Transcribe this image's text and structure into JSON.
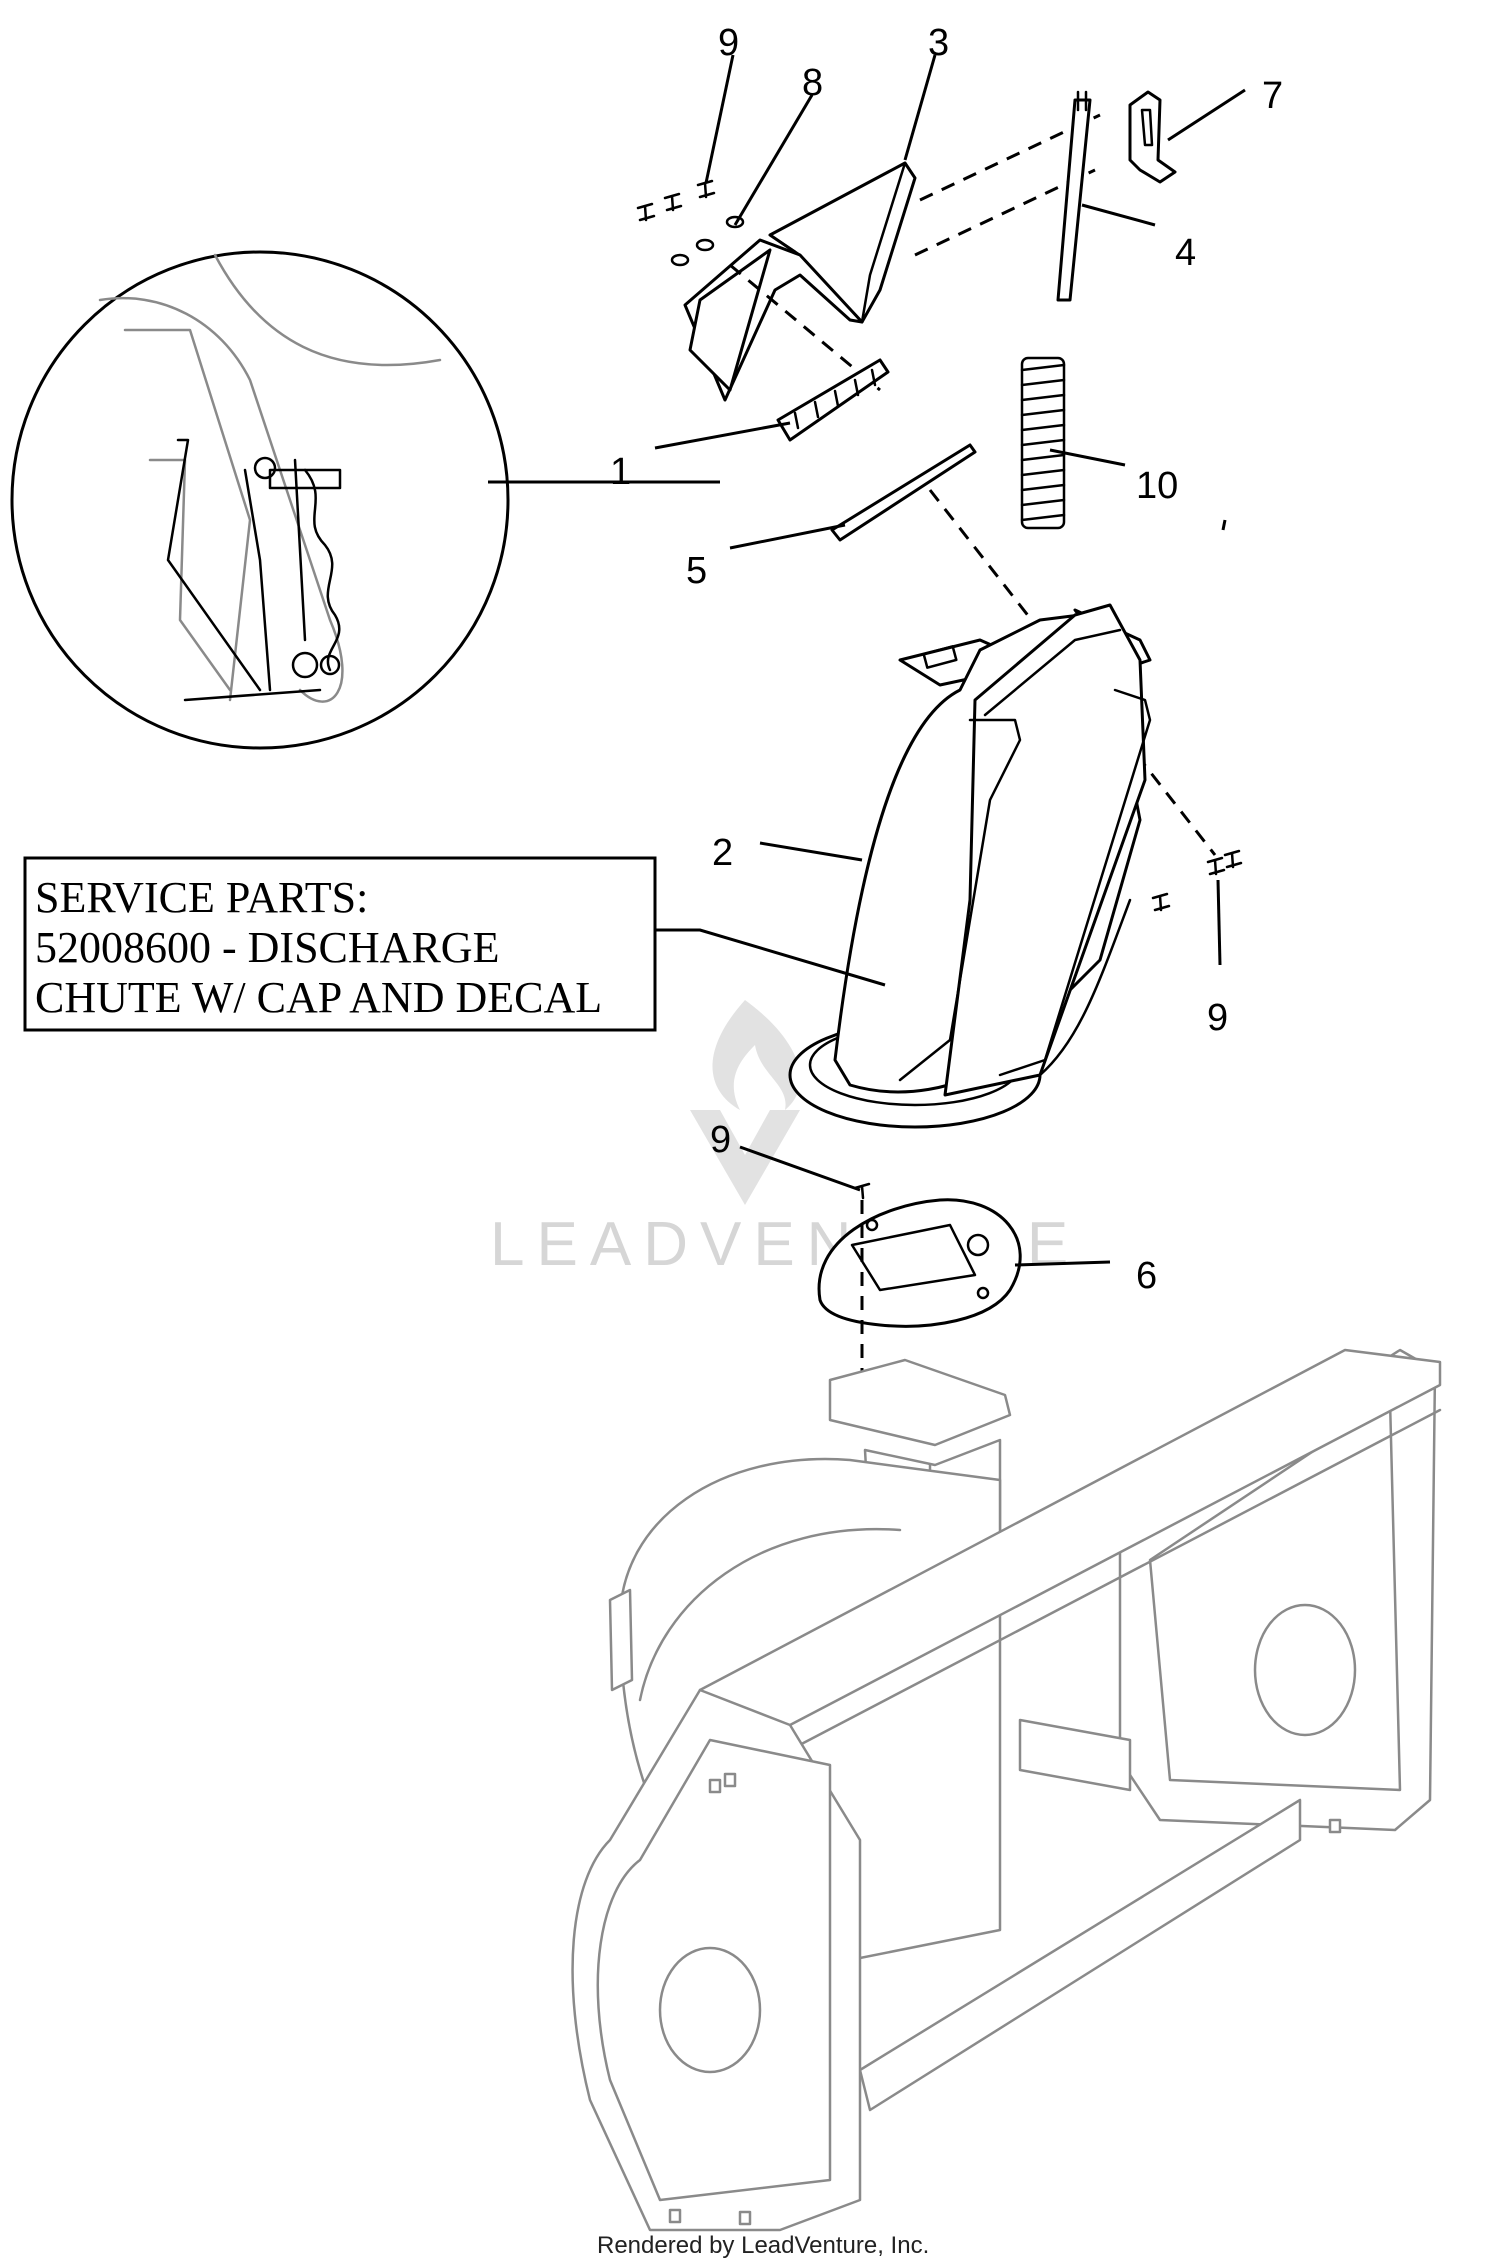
{
  "callouts": [
    {
      "id": "c9a",
      "label": "9"
    },
    {
      "id": "c3",
      "label": "3"
    },
    {
      "id": "c8",
      "label": "8"
    },
    {
      "id": "c7",
      "label": "7"
    },
    {
      "id": "c4",
      "label": "4"
    },
    {
      "id": "c1",
      "label": "1"
    },
    {
      "id": "c10",
      "label": "10"
    },
    {
      "id": "c5",
      "label": "5"
    },
    {
      "id": "c2",
      "label": "2"
    },
    {
      "id": "c9b",
      "label": "9"
    },
    {
      "id": "c9c",
      "label": "9"
    },
    {
      "id": "c6",
      "label": "6"
    }
  ],
  "service_parts": {
    "line1": "SERVICE PARTS:",
    "line2": "52008600 - DISCHARGE",
    "line3": "CHUTE W/ CAP AND DECAL"
  },
  "watermark": {
    "text": "LEADVENTURE"
  },
  "footer": {
    "text": "Rendered by LeadVenture, Inc."
  },
  "colors": {
    "line": "#000000",
    "ghost": "#8a8a8a",
    "watermark": "#d6d6d6"
  }
}
